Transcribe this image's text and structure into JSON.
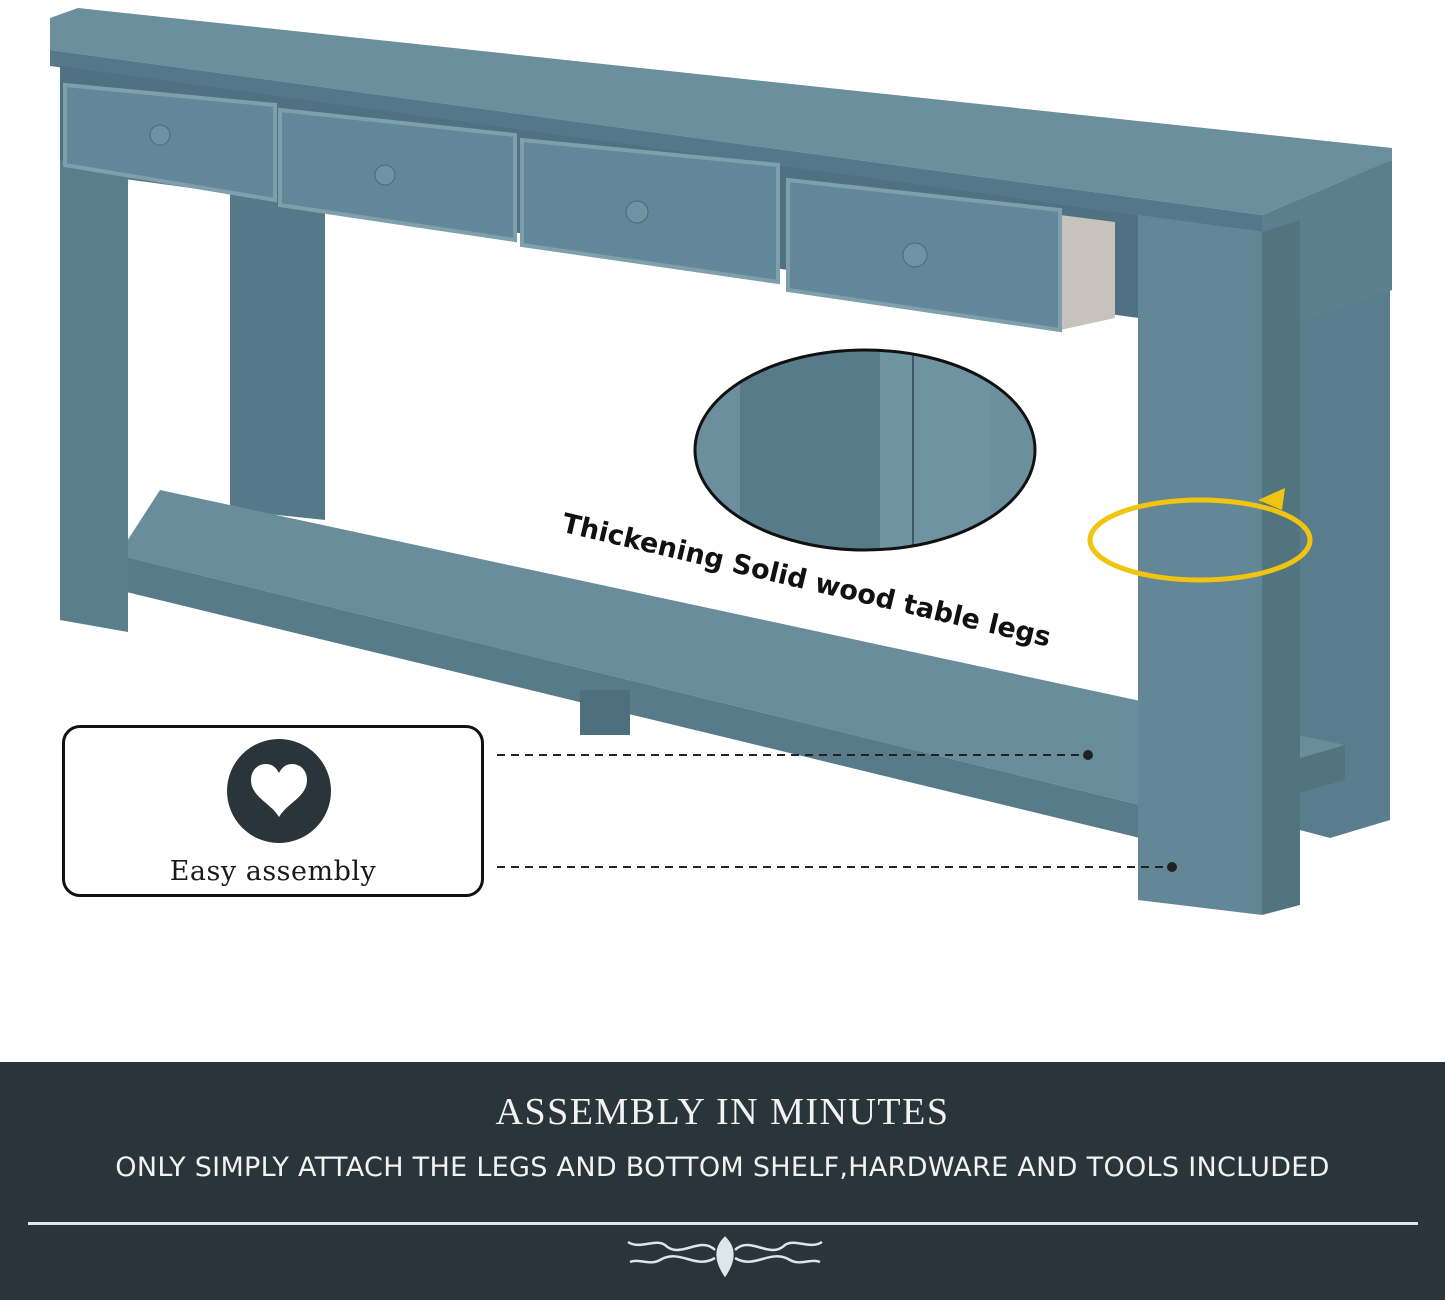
{
  "product_image": {
    "leg_caption": "Thickening Solid wood table legs",
    "feature_callout": {
      "icon": "heart-icon",
      "label": "Easy assembly"
    },
    "colors": {
      "table": "#5f8391",
      "banner": "#29353b",
      "highlight_arrow": "#f1c40f"
    }
  },
  "banner": {
    "title": "ASSEMBLY IN MINUTES",
    "subtitle": "ONLY SIMPLY ATTACH THE LEGS AND BOTTOM SHELF,HARDWARE AND TOOLS INCLUDED",
    "ornament": "decorative-flourish-icon"
  }
}
